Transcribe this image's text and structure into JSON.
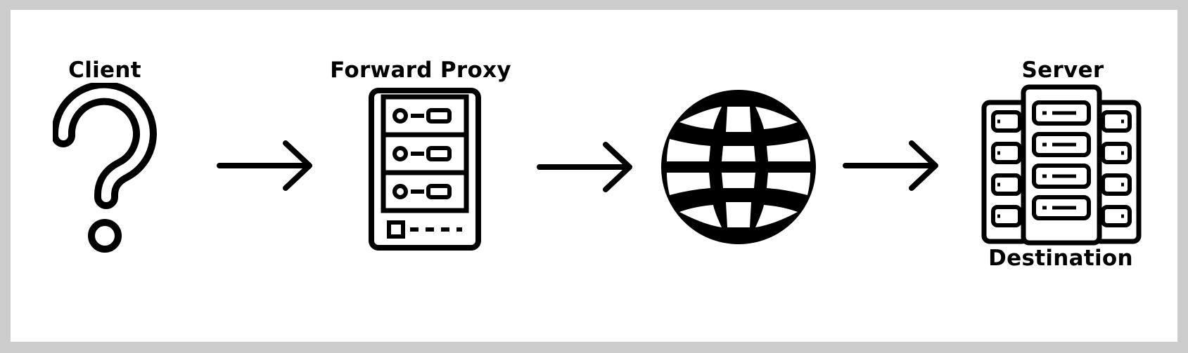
{
  "diagram": {
    "nodes": [
      {
        "id": "client",
        "label": "Client",
        "sublabel": "",
        "icon": "question-mark-icon"
      },
      {
        "id": "forward_proxy",
        "label": "Forward Proxy",
        "sublabel": "",
        "icon": "server-rack-icon"
      },
      {
        "id": "internet",
        "label": "",
        "sublabel": "",
        "icon": "globe-icon"
      },
      {
        "id": "server",
        "label": "Server",
        "sublabel": "Destination",
        "icon": "server-cluster-icon"
      }
    ],
    "edges": [
      {
        "from": "client",
        "to": "forward_proxy",
        "icon": "arrow-right-icon"
      },
      {
        "from": "forward_proxy",
        "to": "internet",
        "icon": "arrow-right-icon"
      },
      {
        "from": "internet",
        "to": "server",
        "icon": "arrow-right-icon"
      }
    ],
    "colors": {
      "stroke": "#000000",
      "background": "#ffffff",
      "border": "#cccccc"
    }
  }
}
